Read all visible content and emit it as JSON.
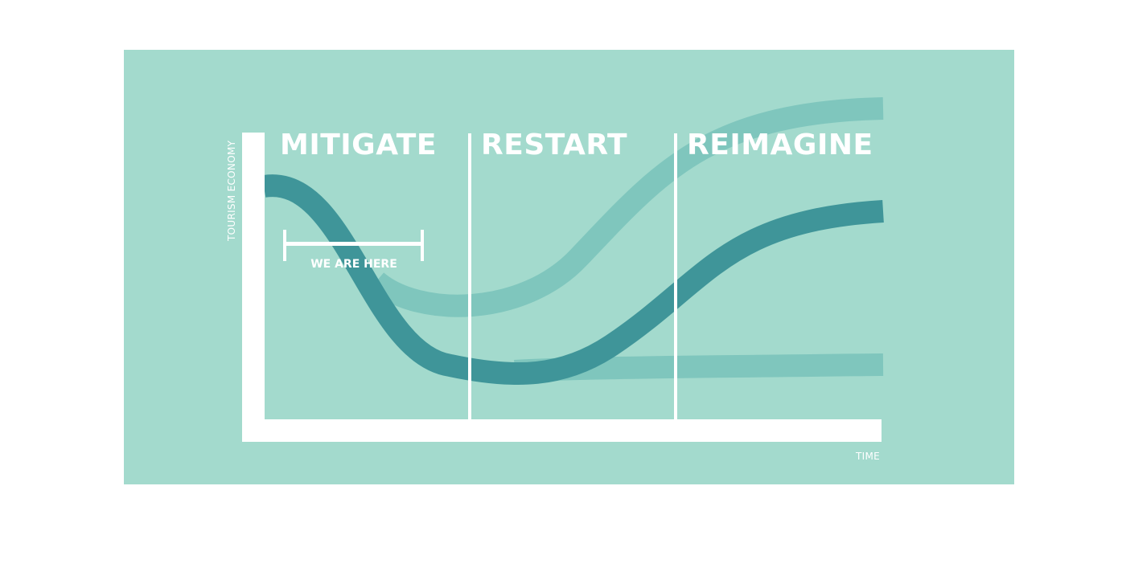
{
  "diagram": {
    "phases": [
      {
        "label": "MITIGATE"
      },
      {
        "label": "RESTART"
      },
      {
        "label": "REIMAGINE"
      }
    ],
    "y_axis_label": "TOURISM ECONOMY",
    "x_axis_label": "TIME",
    "marker_label": "WE ARE HERE"
  },
  "colors": {
    "background": "#a3dacd",
    "main_curve": "#3f9599",
    "alt_curves": "#7fc6bd",
    "axis": "#ffffff"
  }
}
